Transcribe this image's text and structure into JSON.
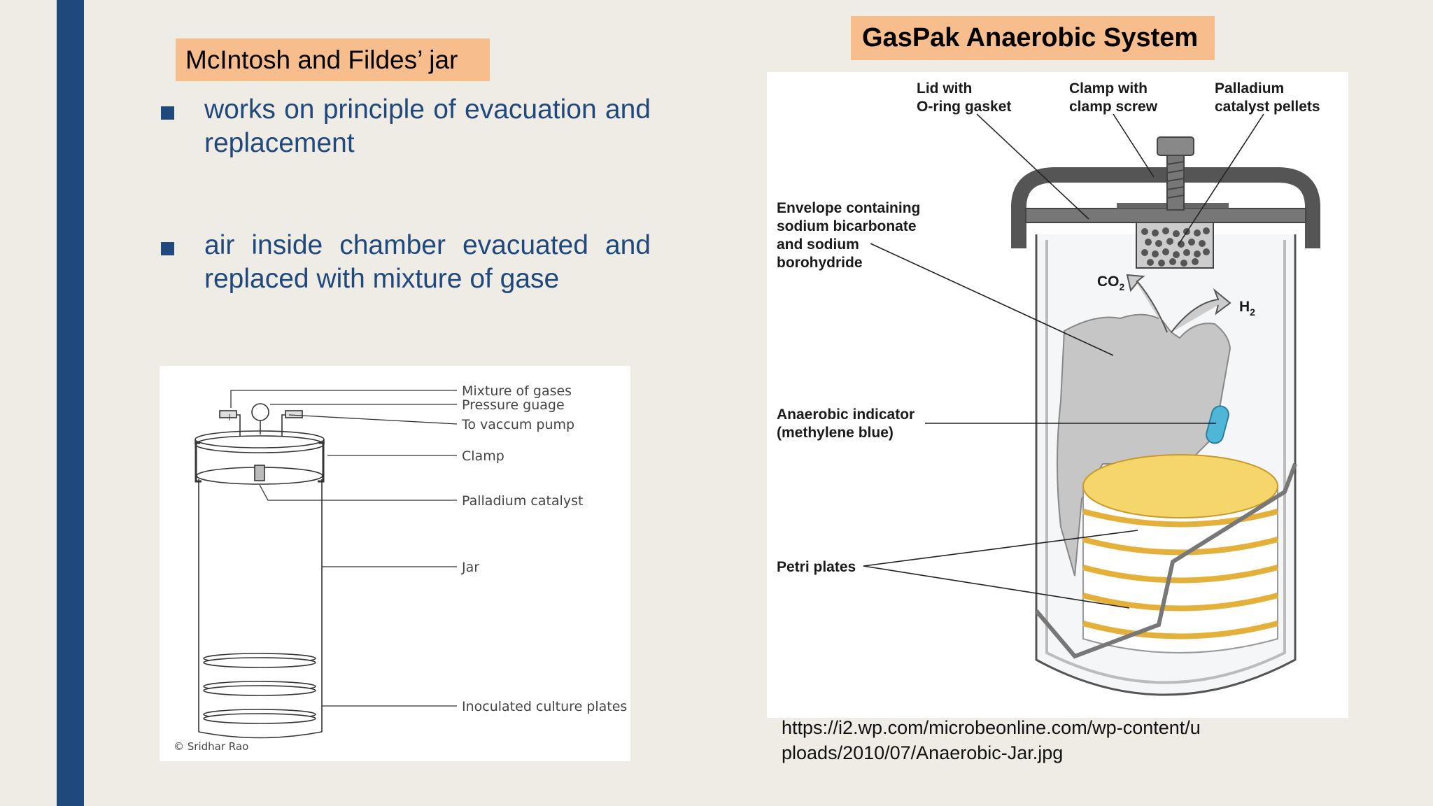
{
  "slide": {
    "left_title": "McIntosh and Fildes’ jar",
    "right_title": "GasPak Anaerobic System",
    "bullets": [
      "works on principle of evacuation and replacement",
      "air inside chamber evacuated and replaced with  mixture of gase"
    ],
    "source_url": "https://i2.wp.com/microbeonline.com/wp-content/uploads/2010/07/Anaerobic-Jar.jpg"
  },
  "mcintosh_figure": {
    "labels": {
      "mixture": "Mixture of gases",
      "pressure": "Pressure guage",
      "vacuum": "To vaccum pump",
      "clamp": "Clamp",
      "palladium": "Palladium catalyst",
      "jar": "Jar",
      "plates": "Inoculated culture plates"
    },
    "credit": "© Sridhar Rao"
  },
  "gaspak_figure": {
    "labels": {
      "lid_1": "Lid with",
      "lid_2": "O-ring gasket",
      "clamp_1": "Clamp with",
      "clamp_2": "clamp screw",
      "pd_1": "Palladium",
      "pd_2": "catalyst pellets",
      "env_1": "Envelope containing",
      "env_2": "sodium bicarbonate",
      "env_3": "and sodium",
      "env_4": "borohydride",
      "co2": "CO",
      "co2_sub": "2",
      "h2": "H",
      "h2_sub": "2",
      "ind_1": "Anaerobic indicator",
      "ind_2": "(methylene blue)",
      "petri": "Petri plates"
    }
  },
  "colors": {
    "accent_bar": "#1f497d",
    "title_bg": "#f8bd8d",
    "bullet_text": "#1f497d",
    "background": "#efebe5",
    "plate_yellow": "#f5d66b",
    "indicator_blue": "#4fb6d8"
  }
}
